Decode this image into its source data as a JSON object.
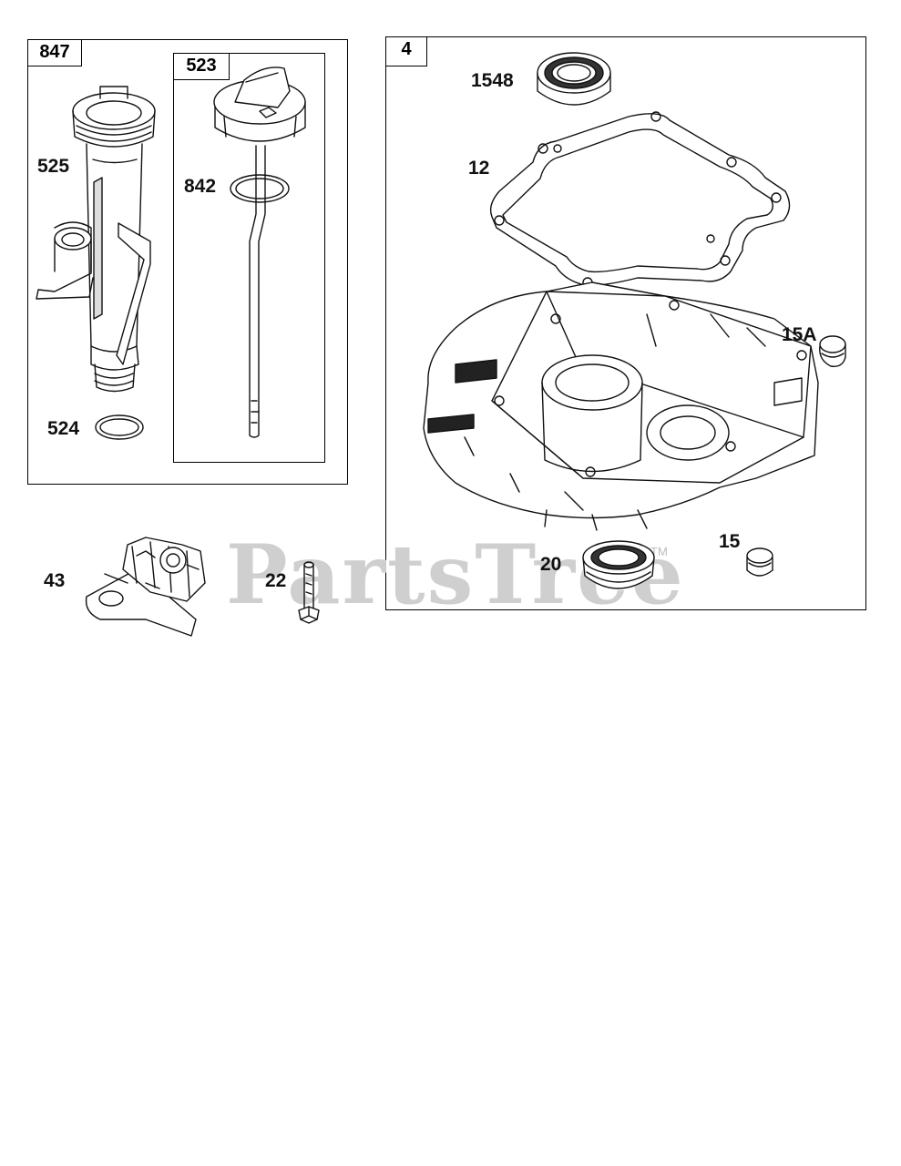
{
  "diagram": {
    "groups": [
      {
        "id": "847",
        "label": "847"
      },
      {
        "id": "523",
        "label": "523"
      },
      {
        "id": "4",
        "label": "4"
      }
    ],
    "parts": {
      "p525": "525",
      "p524": "524",
      "p842": "842",
      "p1548": "1548",
      "p12": "12",
      "p15A": "15A",
      "p15": "15",
      "p20": "20",
      "p43": "43",
      "p22": "22"
    }
  },
  "watermark": {
    "text": "PartsTree",
    "tm": "TM"
  }
}
